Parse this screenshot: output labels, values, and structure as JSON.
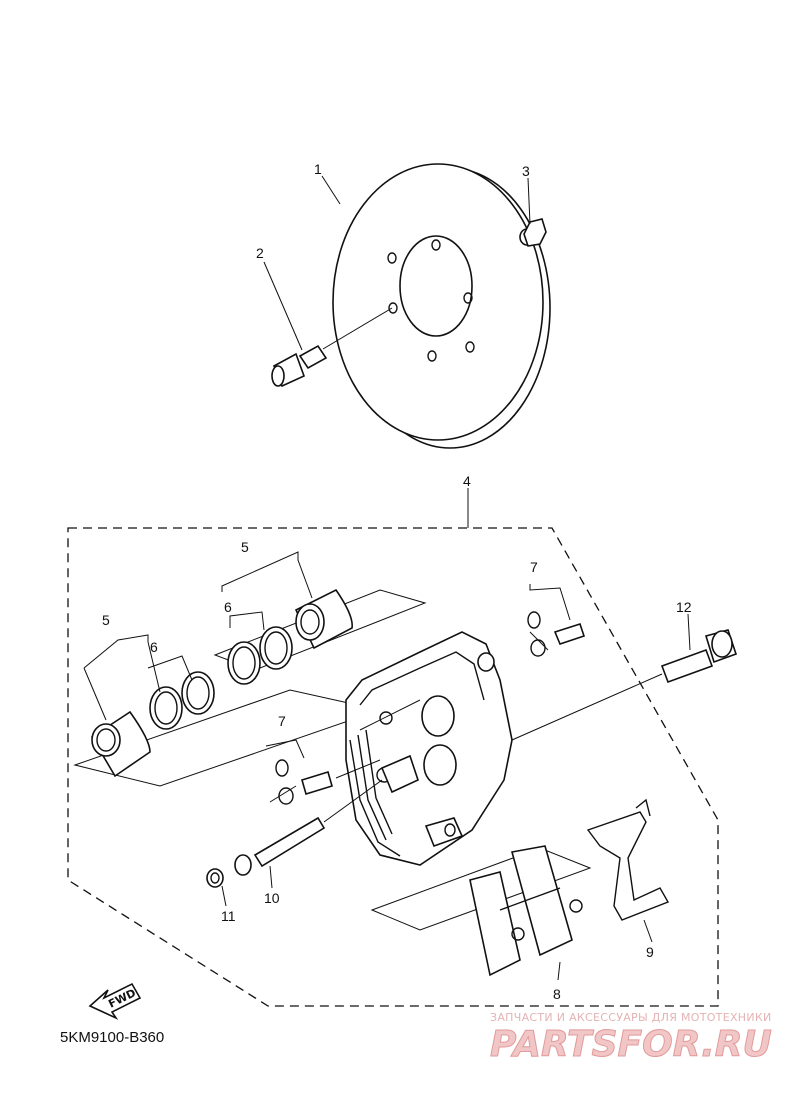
{
  "diagram": {
    "code": "5KM9100-B360",
    "callouts": [
      {
        "id": "c1",
        "text": "1"
      },
      {
        "id": "c2",
        "text": "2"
      },
      {
        "id": "c3",
        "text": "3"
      },
      {
        "id": "c4",
        "text": "4"
      },
      {
        "id": "c5a",
        "text": "5"
      },
      {
        "id": "c5b",
        "text": "5"
      },
      {
        "id": "c6a",
        "text": "6"
      },
      {
        "id": "c6b",
        "text": "6"
      },
      {
        "id": "c7a",
        "text": "7"
      },
      {
        "id": "c7b",
        "text": "7"
      },
      {
        "id": "c8",
        "text": "8"
      },
      {
        "id": "c9",
        "text": "9"
      },
      {
        "id": "c10",
        "text": "10"
      },
      {
        "id": "c11",
        "text": "11"
      },
      {
        "id": "c12",
        "text": "12"
      }
    ],
    "fwd_label": "FWD"
  },
  "watermark": {
    "caption": "ЗАПЧАСТИ И АКСЕССУАРЫ ДЛЯ МОТОТЕХНИКИ",
    "logo": "PARTSFOR.RU"
  }
}
